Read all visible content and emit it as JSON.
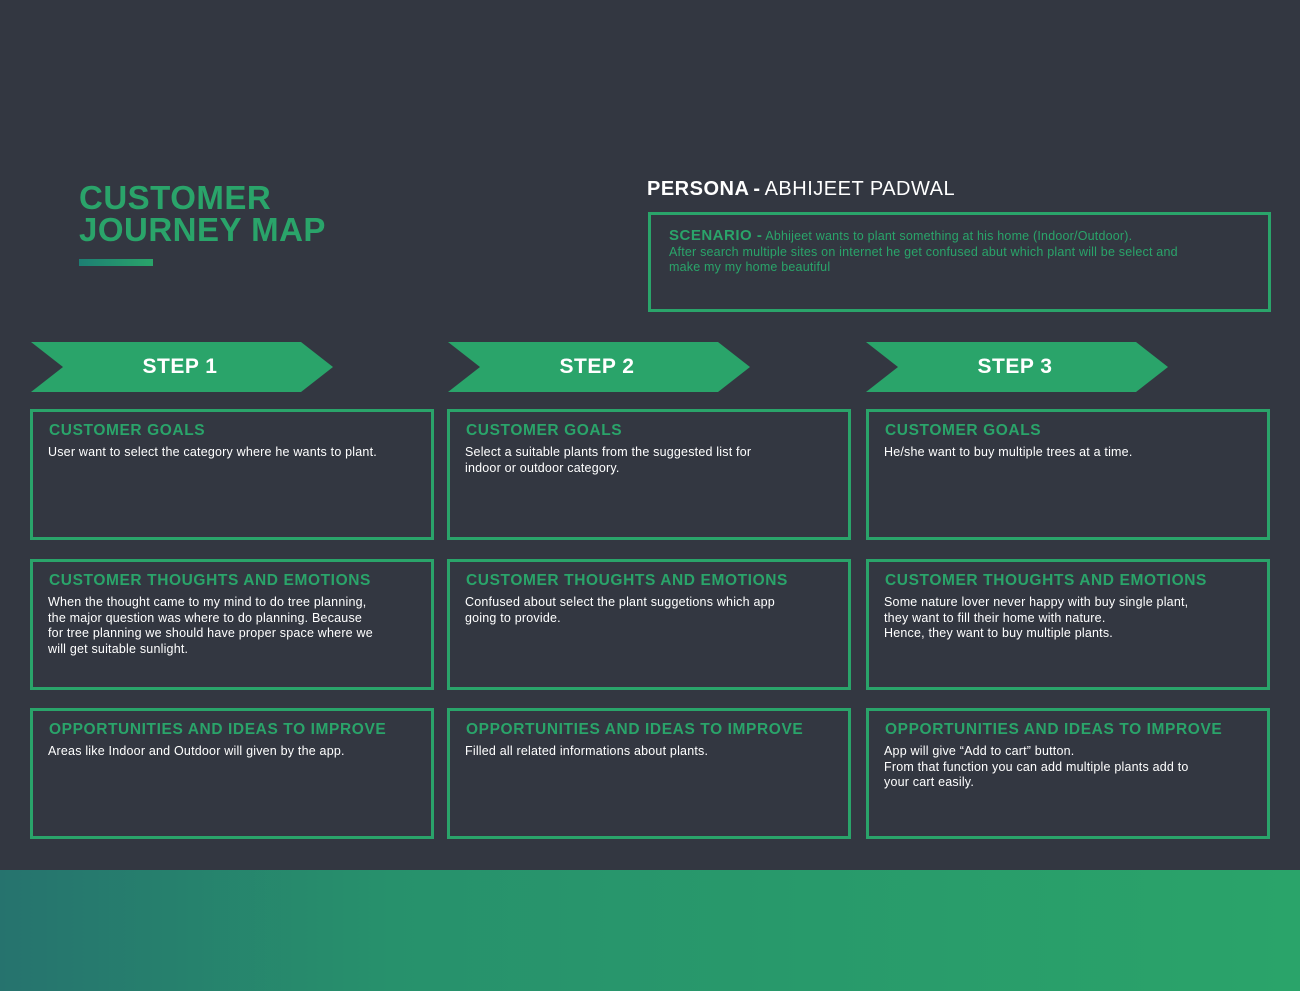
{
  "header": {
    "title_line1": "CUSTOMER",
    "title_line2": "JOURNEY MAP"
  },
  "persona": {
    "label": "PERSONA",
    "dash": "-",
    "name": "ABHIJEET PADWAL"
  },
  "scenario": {
    "label": "SCENARIO -",
    "line1": "Abhijeet wants to plant something at his home (Indoor/Outdoor).",
    "line2": "After search multiple sites on internet he get confused abut which plant will be select and",
    "line3": "make my my home beautiful"
  },
  "steps": [
    {
      "label": "STEP 1",
      "goals_title": "CUSTOMER GOALS",
      "goals_lines": [
        "User want to select the category where he wants to plant."
      ],
      "thoughts_title": "CUSTOMER THOUGHTS AND EMOTIONS",
      "thoughts_lines": [
        "When the thought came to my mind to do tree planning,",
        "the major question was where to do planning. Because",
        "for tree planning we should have proper space where we",
        "will get suitable sunlight."
      ],
      "opps_title": "OPPORTUNITIES AND IDEAS TO IMPROVE",
      "opps_lines": [
        "Areas like Indoor and Outdoor will given by the app."
      ]
    },
    {
      "label": "STEP 2",
      "goals_title": "CUSTOMER GOALS",
      "goals_lines": [
        "Select a suitable plants from the suggested list for",
        "indoor or outdoor category."
      ],
      "thoughts_title": "CUSTOMER THOUGHTS AND EMOTIONS",
      "thoughts_lines": [
        "Confused about select the plant suggetions which app",
        "going to provide."
      ],
      "opps_title": "OPPORTUNITIES AND IDEAS TO IMPROVE",
      "opps_lines": [
        "Filled all related informations about plants."
      ]
    },
    {
      "label": "STEP 3",
      "goals_title": "CUSTOMER GOALS",
      "goals_lines": [
        "He/she want to buy multiple trees at a time."
      ],
      "thoughts_title": "CUSTOMER THOUGHTS AND EMOTIONS",
      "thoughts_lines": [
        "Some nature lover never happy with buy single plant,",
        "they want to fill their home with nature.",
        "Hence, they want to buy multiple plants."
      ],
      "opps_title": "OPPORTUNITIES AND IDEAS TO IMPROVE",
      "opps_lines": [
        "App will give “Add to cart” button.",
        "From that function you can add multiple plants add to",
        "your cart easily."
      ]
    }
  ],
  "colors": {
    "background": "#333741",
    "accent": "#2aa46a",
    "footer_start": "#26736e",
    "text": "#ffffff"
  }
}
